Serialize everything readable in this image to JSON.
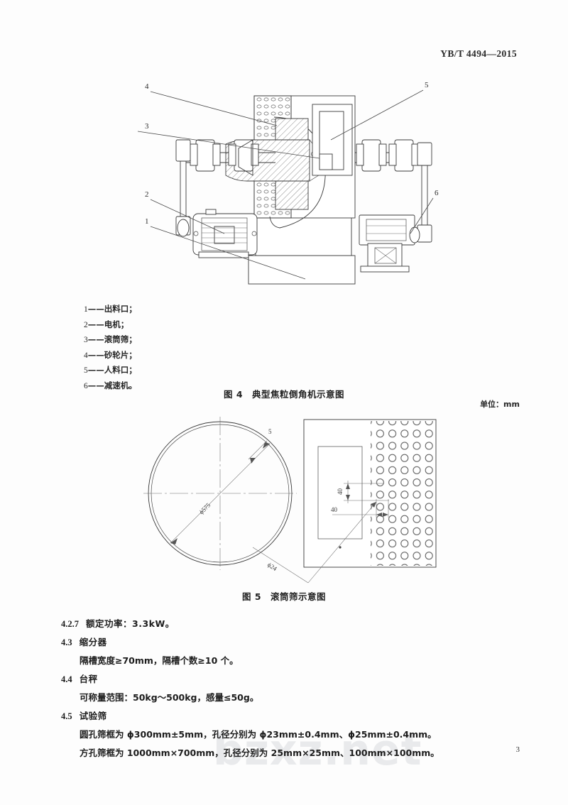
{
  "header": {
    "standard_id": "YB/T 4494—2015"
  },
  "watermark": {
    "text": "bzxz.net"
  },
  "figure4": {
    "caption": "图 4　典型焦粒倒角机示意图",
    "callouts": [
      "1",
      "2",
      "3",
      "4",
      "5",
      "6"
    ],
    "legend": [
      {
        "num": "1",
        "dash": "——",
        "label": "出料口；"
      },
      {
        "num": "2",
        "dash": "——",
        "label": "电机；"
      },
      {
        "num": "3",
        "dash": "——",
        "label": "滚筒筛；"
      },
      {
        "num": "4",
        "dash": "——",
        "label": "砂轮片；"
      },
      {
        "num": "5",
        "dash": "——",
        "label": "人料口；"
      },
      {
        "num": "6",
        "dash": "——",
        "label": "减速机。"
      }
    ]
  },
  "figure5": {
    "caption": "图 5　滚筒筛示意图",
    "unit_note": "单位：mm",
    "dimensions": {
      "wall_thickness": "5",
      "outer_diameter": "ϕ575",
      "hole_diameter": "ϕ24",
      "pitch_vertical": "40",
      "pitch_horizontal": "40"
    }
  },
  "content": {
    "clauses": [
      {
        "number": "4.2.7",
        "title": "额定功率：3.3kW。",
        "body": []
      },
      {
        "number": "4.3",
        "title": "缩分器",
        "body": [
          "隔槽宽度≥70mm，隔槽个数≥10 个。"
        ]
      },
      {
        "number": "4.4",
        "title": "台秤",
        "body": [
          "可称量范围：50kg～500kg，感量≤50g。"
        ]
      },
      {
        "number": "4.5",
        "title": "试验筛",
        "body": [
          "圆孔筛框为 ϕ300mm±5mm，孔径分别为 ϕ23mm±0.4mm、ϕ25mm±0.4mm。",
          "方孔筛框为 1000mm×700mm，孔径分别为 25mm×25mm、100mm×100mm。"
        ]
      }
    ]
  },
  "footer": {
    "page_number": "3"
  }
}
